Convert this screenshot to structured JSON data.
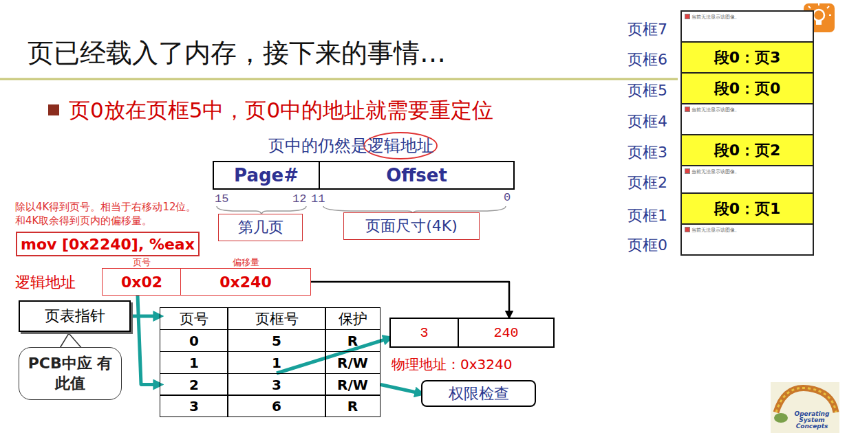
{
  "diagram": {
    "title": "页已经载入了内存，接下来的事情…",
    "nodes": [
      {
        "text": [
          "Page#"
        ]
      },
      {
        "text": [
          "Offset"
        ]
      },
      {
        "text": [
          "第几页"
        ]
      },
      {
        "text": [
          "页面尺寸(4K)"
        ]
      },
      {
        "text": [
          "mov [0x2240], %eax"
        ]
      },
      {
        "text": [
          "页号",
          "0x02"
        ]
      },
      {
        "text": [
          "偏移量",
          "0x240"
        ]
      },
      {
        "text": [
          "页表指针"
        ]
      },
      {
        "text": [
          "PCB中应 有此值"
        ]
      },
      {
        "text": [
          "页号"
        ]
      },
      {
        "text": [
          "页框号"
        ]
      },
      {
        "text": [
          "保护"
        ]
      },
      {
        "text": [
          "0"
        ]
      },
      {
        "text": [
          "5"
        ]
      },
      {
        "text": [
          "R"
        ]
      },
      {
        "text": [
          "1"
        ]
      },
      {
        "text": [
          "1"
        ]
      },
      {
        "text": [
          "R/W"
        ]
      },
      {
        "text": [
          "2"
        ]
      },
      {
        "text": [
          "3"
        ]
      },
      {
        "text": [
          "R/W"
        ]
      },
      {
        "text": [
          "3"
        ]
      },
      {
        "text": [
          "6"
        ]
      },
      {
        "text": [
          "R"
        ]
      },
      {
        "text": [
          "3"
        ]
      },
      {
        "text": [
          "240"
        ]
      },
      {
        "text": [
          "权限检查"
        ]
      },
      {
        "text": [
          "当前无法显示该图像。"
        ]
      },
      {
        "text": [
          "段0：页3"
        ]
      },
      {
        "text": [
          "段0：页0"
        ]
      },
      {
        "text": [
          "当前无法显示该图像。"
        ]
      },
      {
        "text": [
          "段0：页2"
        ]
      },
      {
        "text": [
          "当前无法显示该图像。"
        ]
      },
      {
        "text": [
          "段0：页1"
        ]
      },
      {
        "text": [
          "当前无法显示该图像。"
        ]
      }
    ],
    "edges": [
      {
        "from": 7,
        "to": 9,
        "arrow": "to"
      },
      {
        "from": 5,
        "to": 18,
        "arrow": "to"
      },
      {
        "from": 6,
        "to": 25,
        "arrow": "to"
      },
      {
        "from": 19,
        "to": 24,
        "arrow": "to"
      },
      {
        "from": 20,
        "to": 26,
        "arrow": "to"
      }
    ],
    "labels": [
      "页0放在页框5中，页0中的地址就需要重定位",
      "页中的仍然是逻辑地址",
      "15",
      "12",
      "11",
      "0",
      "除以4K得到页号。相当于右移动12位。 和4K取余得到页内的偏移量。",
      "逻辑地址",
      "物理地址：0x3240",
      "页框7",
      "页框6",
      "页框5",
      "页框4",
      "页框3",
      "页框2",
      "页框1",
      "页框0",
      "Operating System Concepts"
    ]
  }
}
